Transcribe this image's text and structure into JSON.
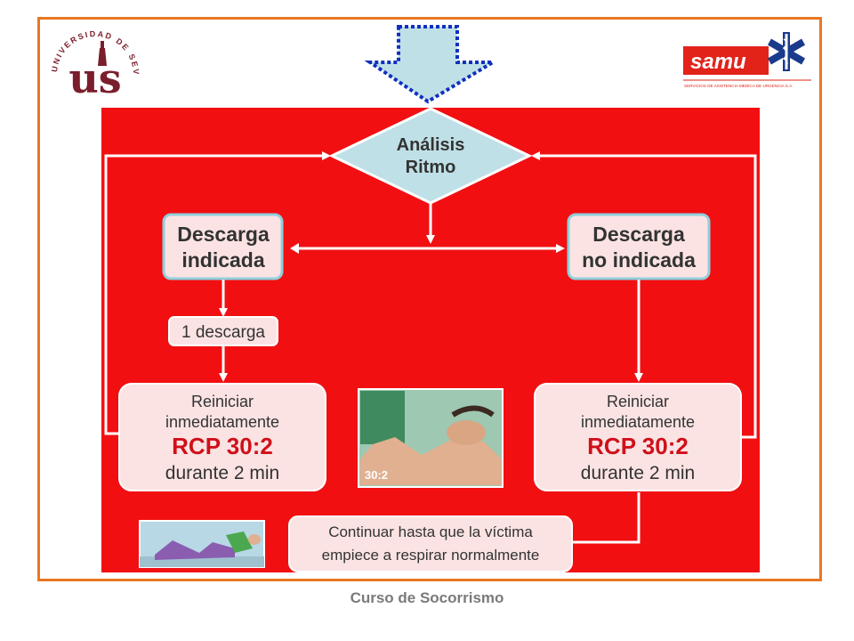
{
  "logos": {
    "university_arc": "UNIVERSIDAD DE SEVILLA",
    "university_letters": "us",
    "samu_name": "samu",
    "samu_tagline": "SERVICIOS DE ASISTENCIA MEDICA DE URGENCIA S.A."
  },
  "flow": {
    "analysis_line1": "Análisis",
    "analysis_line2": "Ritmo",
    "shock_yes_line1": "Descarga",
    "shock_yes_line2": "indicada",
    "shock_no_line1": "Descarga",
    "shock_no_line2": "no indicada",
    "one_shock": "1 descarga",
    "restart_line1": "Reiniciar",
    "restart_line2": "inmediatamente",
    "restart_rcp": "RCP 30:2",
    "restart_duration": "durante 2 min",
    "continue_line1": "Continuar hasta que la víctima",
    "continue_line2": "empiece a respirar normalmente",
    "cpr_image_label": "30:2"
  },
  "footer": "Curso de Socorrismo",
  "colors": {
    "frame": "#e87722",
    "panel": "#f20f12",
    "diamond": "#bfe0e6",
    "box_fill": "#fbe3e3",
    "box_border": "#8fd0dc",
    "rcp_text": "#d0101a",
    "dotted_arrow": "#1030c0",
    "samu_red": "#e2231a",
    "samu_blue": "#1a3a8c",
    "us_maroon": "#7a1e2c"
  }
}
